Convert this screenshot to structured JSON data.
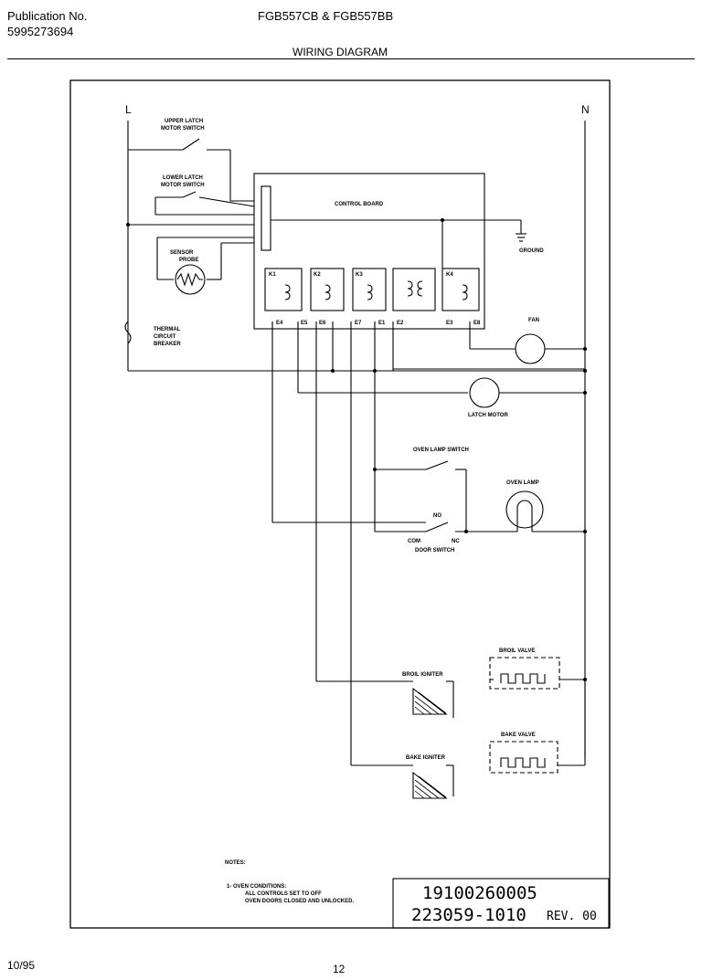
{
  "header": {
    "publication_label": "Publication No.",
    "publication_number": "5995273694",
    "models": "FGB557CB & FGB557BB",
    "title": "WIRING DIAGRAM"
  },
  "diagram": {
    "line_label": "L",
    "neutral_label": "N",
    "upper_latch_1": "UPPER LATCH",
    "upper_latch_2": "MOTOR SWITCH",
    "lower_latch_1": "LOWER LATCH",
    "lower_latch_2": "MOTOR SWITCH",
    "sensor_1": "SENSOR",
    "sensor_2": "PROBE",
    "thermal_1": "THERMAL",
    "thermal_2": "CIRCUIT",
    "thermal_3": "BREAKER",
    "control_board": "CONTROL BOARD",
    "ground": "GROUND",
    "fan": "FAN",
    "latch_motor": "LATCH MOTOR",
    "relays": [
      "K1",
      "K2",
      "K3",
      "K4"
    ],
    "terminals": [
      "E4",
      "E5",
      "E6",
      "E7",
      "E1",
      "E2",
      "E3",
      "E8"
    ],
    "oven_lamp_switch": "OVEN LAMP SWITCH",
    "oven_lamp": "OVEN LAMP",
    "door_switch": "DOOR SWITCH",
    "no": "NO",
    "com": "COM",
    "nc": "NC",
    "broil_valve": "BROIL VALVE",
    "broil_igniter": "BROIL IGNITER",
    "bake_valve": "BAKE VALVE",
    "bake_igniter": "BAKE IGNITER"
  },
  "notes": {
    "heading": "NOTES:",
    "line1": "1- OVEN CONDITIONS:",
    "line2": "ALL CONTROLS SET TO OFF",
    "line3": "OVEN DOORS CLOSED AND UNLOCKED."
  },
  "titleblock": {
    "doc_number": "19100260005",
    "part_number": "223059-1010",
    "revision": "REV. 00"
  },
  "footer": {
    "date": "10/95",
    "page": "12"
  }
}
